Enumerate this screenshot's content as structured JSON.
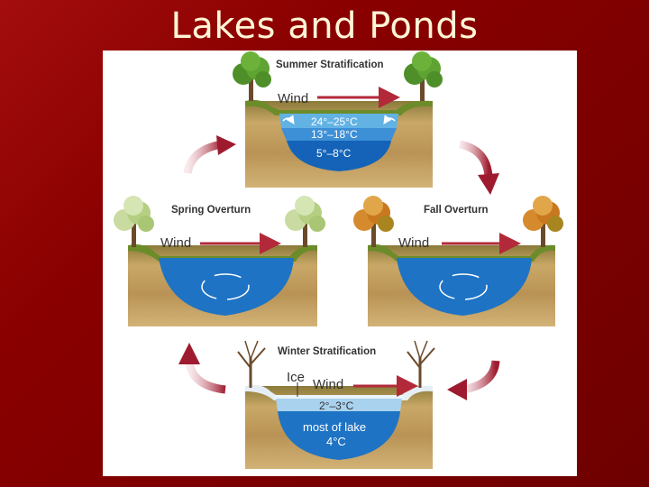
{
  "title": "Lakes and Ponds",
  "colors": {
    "background": "#8a0000",
    "title": "#fff5d6",
    "water_warm": "#4aa3dc",
    "water_mid": "#2f84cf",
    "water_deep": "#1463b8",
    "arrow": "#9e1b2f",
    "soil": "#c8a96a",
    "grass": "#6c8c2a"
  },
  "panels": {
    "summer": {
      "label": "Summer Stratification",
      "wind": "Wind",
      "top_temp": "24°–25°C",
      "mid_temp": "13°–18°C",
      "bottom_temp": "5°–8°C"
    },
    "spring": {
      "label": "Spring Overturn",
      "wind": "Wind"
    },
    "fall": {
      "label": "Fall Overturn",
      "wind": "Wind"
    },
    "winter": {
      "label": "Winter Stratification",
      "ice": "Ice",
      "wind": "Wind",
      "top_temp": "2°–3°C",
      "bottom_temp_line1": "most of lake",
      "bottom_temp_line2": "4°C"
    }
  },
  "icons": {
    "cycle_arrows": "curved-arrow-icon",
    "circulation": "circular-arrows-icon",
    "trees": "tree-icon"
  }
}
